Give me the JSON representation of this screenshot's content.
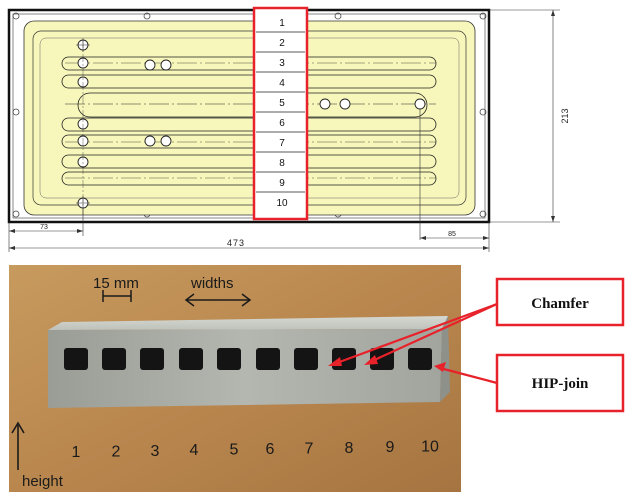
{
  "drawing": {
    "channel_numbers": [
      "1",
      "2",
      "3",
      "4",
      "5",
      "6",
      "7",
      "8",
      "9",
      "10"
    ],
    "dim_height": "213",
    "dim_width": "473",
    "dim_left": "73",
    "dim_right": "85"
  },
  "photo": {
    "scale_label": "15 mm",
    "widths_label": "widths",
    "height_label": "height",
    "sample_numbers": [
      "1",
      "2",
      "3",
      "4",
      "5",
      "6",
      "7",
      "8",
      "9",
      "10"
    ]
  },
  "callouts": {
    "chamfer": "Chamfer",
    "hip_join": "HIP-join"
  },
  "colors": {
    "plate_fill": "#f7f7bb",
    "photo_background": "#b98a50",
    "callout_red": "#e8222a",
    "steel": "#a8a9a3"
  }
}
